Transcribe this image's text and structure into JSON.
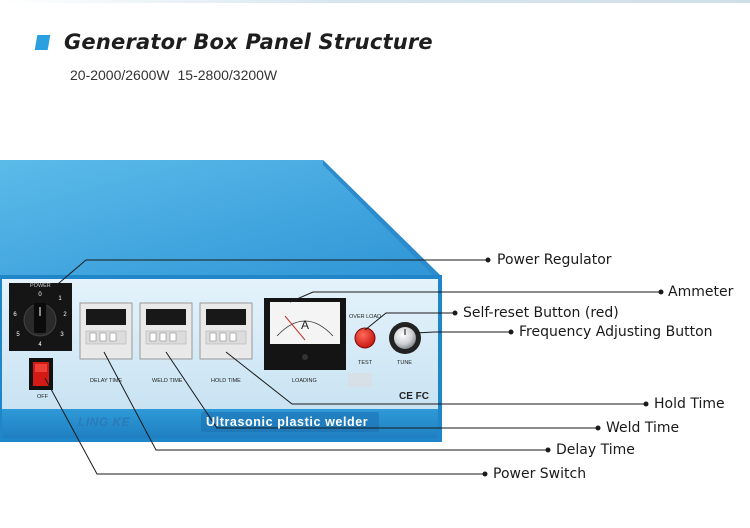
{
  "header": {
    "title": "Generator Box Panel Structure",
    "subtitle": "20-2000/2600W  15-2800/3200W"
  },
  "device": {
    "brand": "LING KE",
    "machine_name": "Ultrasonic plastic welder",
    "certification": "CE FC",
    "ammeter_unit": "A",
    "labels": {
      "power": "POWER",
      "off": "OFF",
      "delay_time": "DELAY TIME",
      "weld_time": "WELD TIME",
      "hold_time": "HOLD TIME",
      "loading": "LOADING",
      "over_load": "OVER LOAD",
      "test": "TEST",
      "tune": "TUNE"
    },
    "dial_numbers": [
      "0",
      "1",
      "2",
      "3",
      "4",
      "5",
      "6"
    ]
  },
  "callouts": [
    {
      "id": "power-regulator",
      "label": "Power Regulator"
    },
    {
      "id": "ammeter",
      "label": "Ammeter"
    },
    {
      "id": "self-reset-button",
      "label": "Self-reset Button (red)"
    },
    {
      "id": "frequency-adjusting-button",
      "label": "Frequency Adjusting Button"
    },
    {
      "id": "hold-time",
      "label": "Hold Time"
    },
    {
      "id": "weld-time",
      "label": "Weld Time"
    },
    {
      "id": "delay-time",
      "label": "Delay Time"
    },
    {
      "id": "power-switch",
      "label": "Power Switch"
    }
  ],
  "colors": {
    "accent": "#2ba0e0",
    "device_top": "#47aee3",
    "device_face": "#d6ecf8",
    "device_side": "#3a9ed9",
    "reset_button": "#e0231c"
  }
}
